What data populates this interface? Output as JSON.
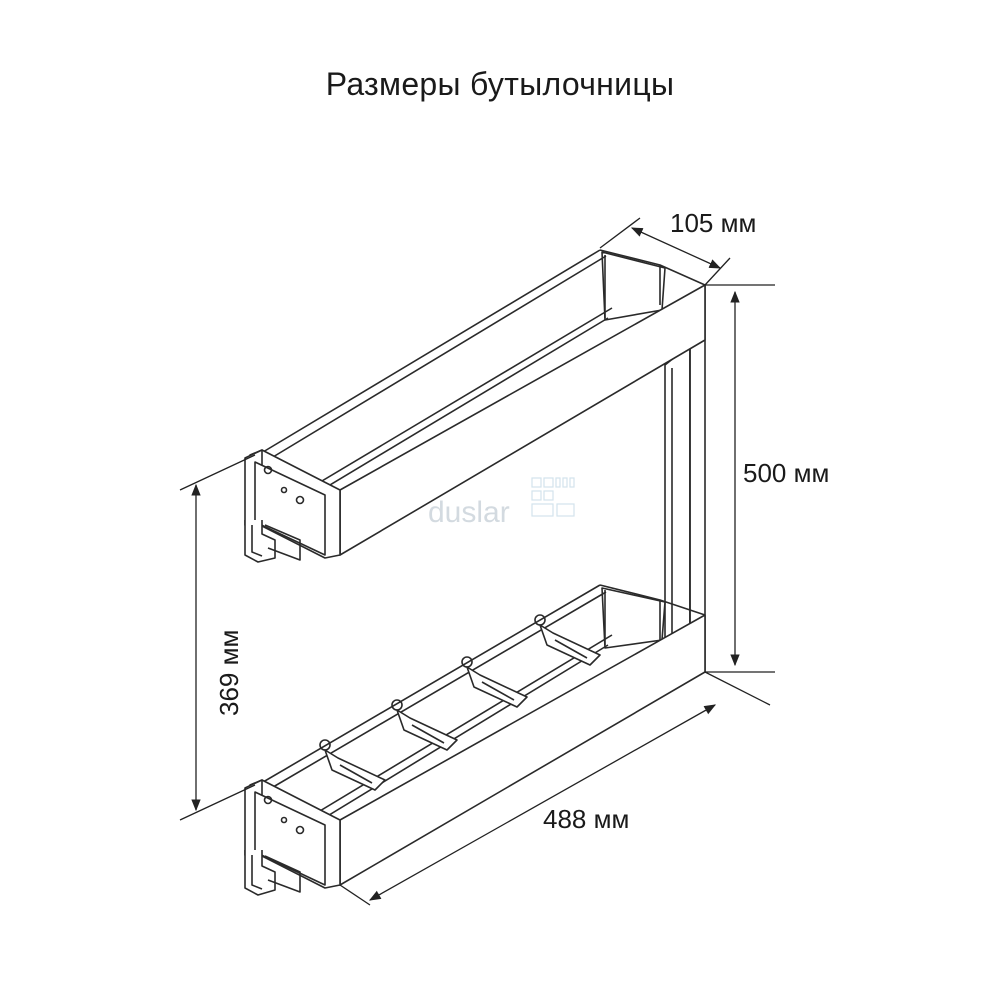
{
  "title": "Размеры бутылочницы",
  "watermark": "duslar",
  "dimensions": {
    "depth": "105 мм",
    "height": "500 мм",
    "spacing": "369 мм",
    "length": "488 мм"
  }
}
